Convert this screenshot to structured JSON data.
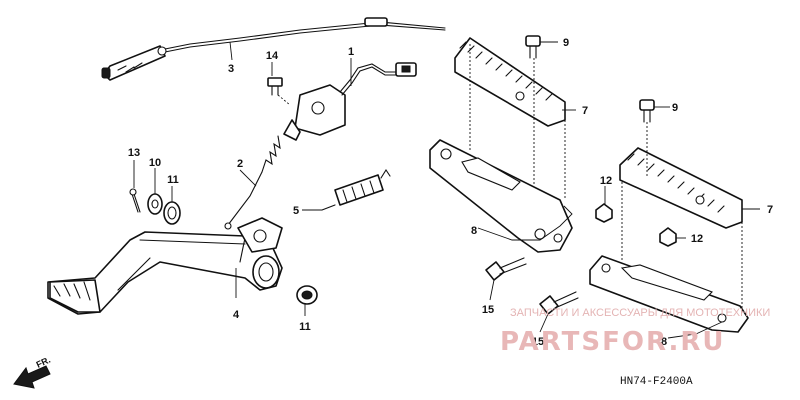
{
  "callouts": {
    "n1": "1",
    "n2": "2",
    "n3": "3",
    "n4": "4",
    "n5": "5",
    "n7a": "7",
    "n7b": "7",
    "n8a": "8",
    "n8b": "8",
    "n9a": "9",
    "n9b": "9",
    "n10": "10",
    "n11a": "11",
    "n11b": "11",
    "n12a": "12",
    "n12b": "12",
    "n13": "13",
    "n14": "14",
    "n15a": "15",
    "n15b": "15"
  },
  "direction_label": "FR.",
  "diagram_code": "HN74-F2400A",
  "watermark": {
    "tagline": "ЗАПЧАСТИ И АКСЕССУАРЫ ДЛЯ МОТОТЕХНИКИ",
    "brand": "PARTSFOR.RU"
  },
  "colors": {
    "line": "#111111",
    "watermark": "#e8b7b7"
  }
}
